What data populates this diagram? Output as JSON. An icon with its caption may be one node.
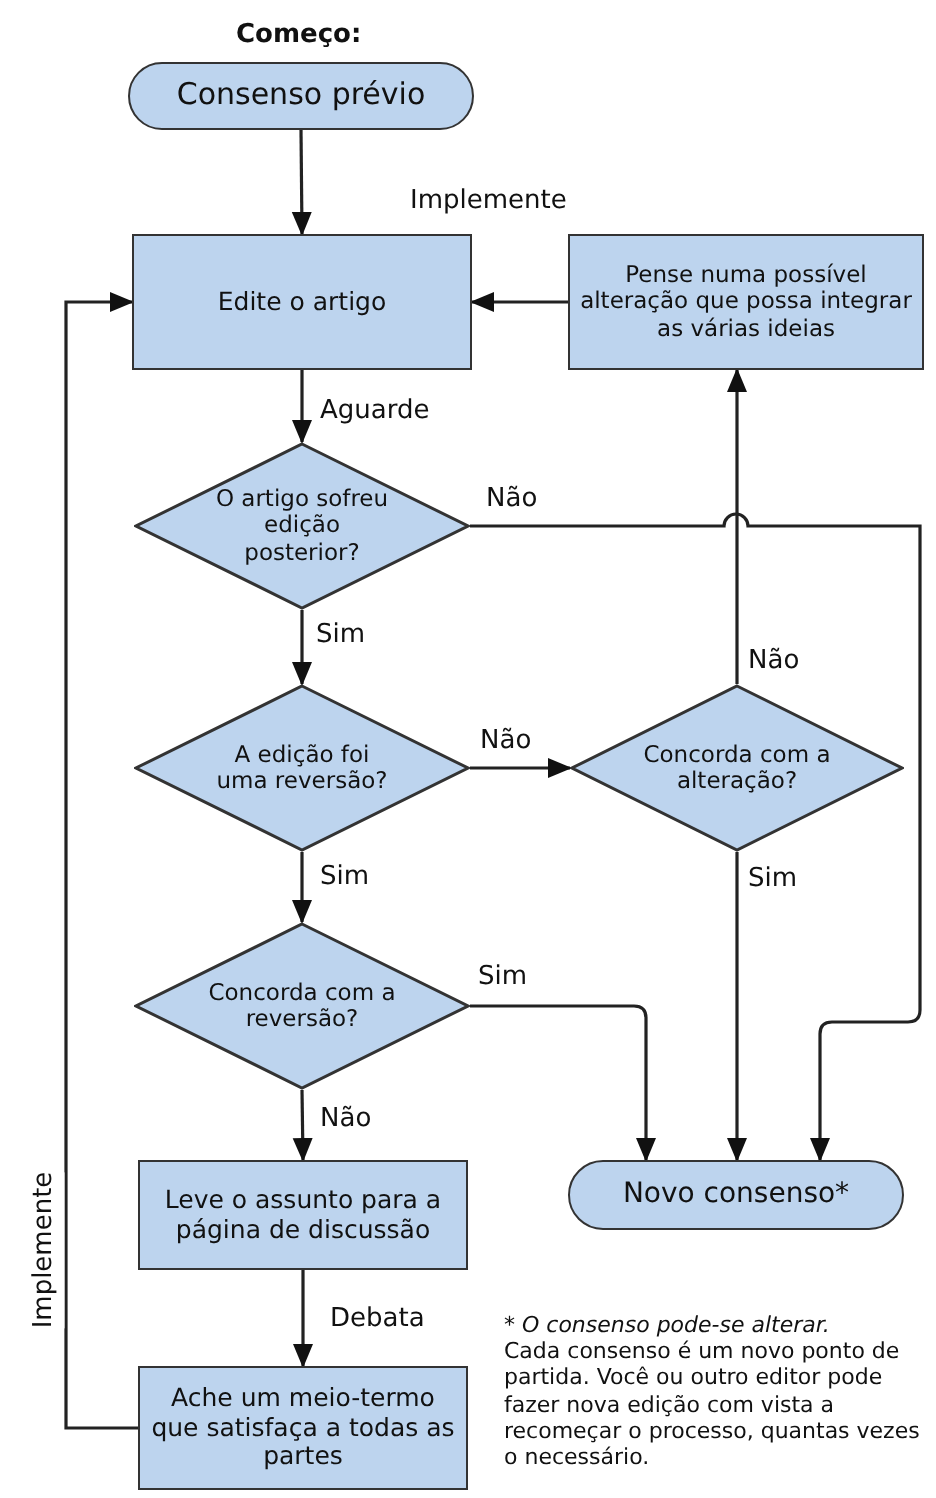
{
  "diagram": {
    "nodes": [
      {
        "text": [
          "Consenso prévio"
        ]
      },
      {
        "text": [
          "Edite o artigo"
        ]
      },
      {
        "text": [
          "Pense numa possível alteração que possa integrar as várias ideias"
        ]
      },
      {
        "text": [
          "O artigo sofreu edição posterior?"
        ]
      },
      {
        "text": [
          "A edição foi uma reversão?"
        ]
      },
      {
        "text": [
          "Concorda com a alteração?"
        ]
      },
      {
        "text": [
          "Concorda com a reversão?"
        ]
      },
      {
        "text": [
          "Novo consenso*"
        ]
      },
      {
        "text": [
          "Leve o assunto para a página de discussão"
        ]
      },
      {
        "text": [
          "Ache um meio-termo que satisfaça a todas as partes"
        ]
      }
    ],
    "edges": [
      {
        "from": 0,
        "to": 1,
        "arrow": "to"
      },
      {
        "from": 2,
        "to": 1,
        "arrow": "to",
        "label": "Implemente"
      },
      {
        "from": 1,
        "to": 3,
        "arrow": "to",
        "label": "Aguarde"
      },
      {
        "from": 3,
        "to": 7,
        "arrow": "to",
        "label": "Não"
      },
      {
        "from": 3,
        "to": 4,
        "arrow": "to",
        "label": "Sim"
      },
      {
        "from": 4,
        "to": 5,
        "arrow": "to",
        "label": "Não"
      },
      {
        "from": 5,
        "to": 2,
        "arrow": "to",
        "label": "Não"
      },
      {
        "from": 5,
        "to": 7,
        "arrow": "to",
        "label": "Sim"
      },
      {
        "from": 4,
        "to": 6,
        "arrow": "to",
        "label": "Sim"
      },
      {
        "from": 6,
        "to": 7,
        "arrow": "to",
        "label": "Sim"
      },
      {
        "from": 6,
        "to": 8,
        "arrow": "to",
        "label": "Não"
      },
      {
        "from": 8,
        "to": 9,
        "arrow": "to",
        "label": "Debata"
      },
      {
        "from": 9,
        "to": 1,
        "arrow": "to",
        "label": "Implemente"
      }
    ],
    "labels": [
      "Começo:",
      "* O consenso pode-se alterar.",
      "Cada consenso é um novo ponto de partida. Você ou outro editor pode fazer nova edição com vista a recomeçar o processo, quantas vezes o necessário."
    ]
  }
}
